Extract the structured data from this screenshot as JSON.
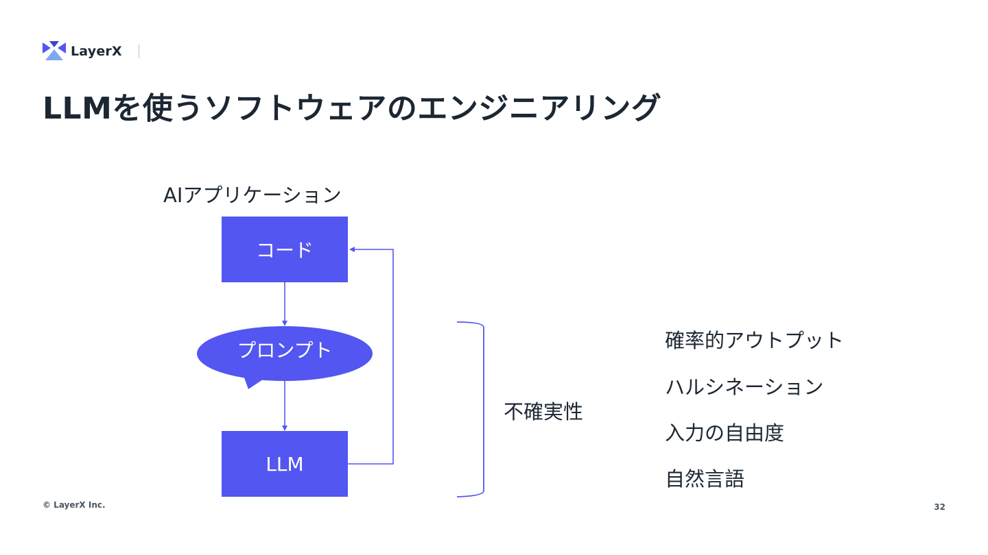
{
  "header": {
    "logo_text": "LayerX",
    "title": "LLMを使うソフトウェアのエンジニアリング"
  },
  "diagram": {
    "app_label": "AIアプリケーション",
    "code_label": "コード",
    "prompt_label": "プロンプト",
    "llm_label": "LLM",
    "uncertainty_label": "不確実性",
    "factors": [
      "確率的アウトプット",
      "ハルシネーション",
      "入力の自由度",
      "自然言語"
    ]
  },
  "footer": {
    "copyright": "© LayerX Inc.",
    "page_number": "32"
  },
  "colors": {
    "accent": "#5356f0",
    "text": "#1c2733"
  }
}
